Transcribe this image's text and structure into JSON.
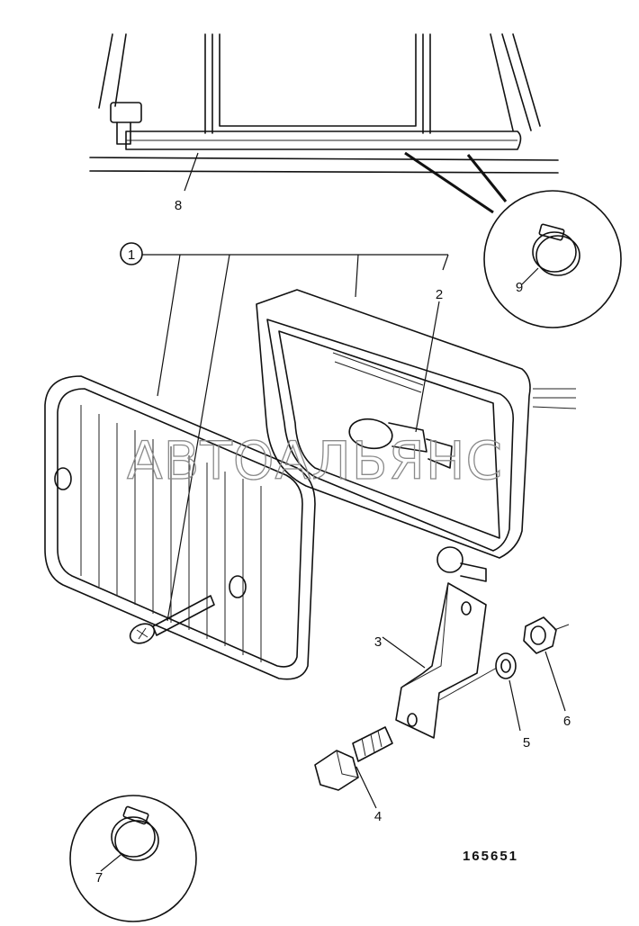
{
  "labels": {
    "p1": "1",
    "p2": "2",
    "p3": "3",
    "p4": "4",
    "p5": "5",
    "p6": "6",
    "p7": "7",
    "p8": "8",
    "p9": "9"
  },
  "reference_number": "165651",
  "watermark": "АВТОАЛЬЯНС"
}
